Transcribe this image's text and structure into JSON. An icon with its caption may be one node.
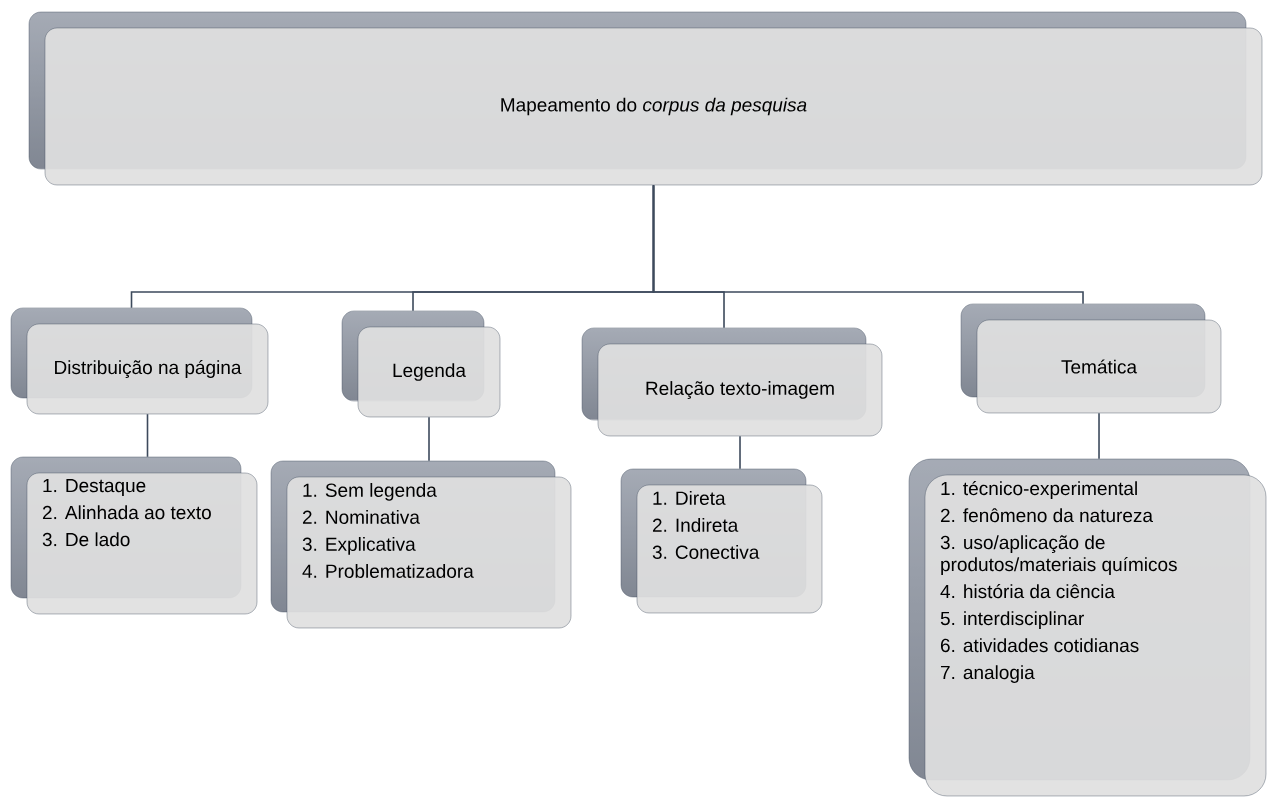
{
  "diagram": {
    "nodes": [
      {
        "text": [
          "Mapeamento do *corpus da pesquisa*"
        ]
      },
      {
        "text": [
          "Distribuição na página"
        ]
      },
      {
        "text": [
          "Legenda"
        ]
      },
      {
        "text": [
          "Relação texto-imagem"
        ]
      },
      {
        "text": [
          "Temática"
        ]
      },
      {
        "text": [
          "1. Destaque",
          "2. Alinhada ao texto",
          "3. De lado"
        ]
      },
      {
        "text": [
          "1. Sem legenda",
          "2. Nominativa",
          "3. Explicativa",
          "4. Problematizadora"
        ]
      },
      {
        "text": [
          "1. Direta",
          "2. Indireta",
          "3. Conectiva"
        ]
      },
      {
        "text": [
          "1. técnico-experimental",
          "2. fenômeno da natureza",
          "3. uso/aplicação de produtos/materiais químicos",
          "4. história da ciência",
          "5. interdisciplinar",
          "6. atividades cotidianas",
          "7. analogia"
        ]
      }
    ],
    "edges": [
      {
        "from": 0,
        "to": 1,
        "arrow": "none"
      },
      {
        "from": 0,
        "to": 2,
        "arrow": "none"
      },
      {
        "from": 0,
        "to": 3,
        "arrow": "none"
      },
      {
        "from": 0,
        "to": 4,
        "arrow": "none"
      },
      {
        "from": 1,
        "to": 5,
        "arrow": "none"
      },
      {
        "from": 2,
        "to": 6,
        "arrow": "none"
      },
      {
        "from": 3,
        "to": 7,
        "arrow": "none"
      },
      {
        "from": 4,
        "to": 8,
        "arrow": "none"
      }
    ]
  }
}
